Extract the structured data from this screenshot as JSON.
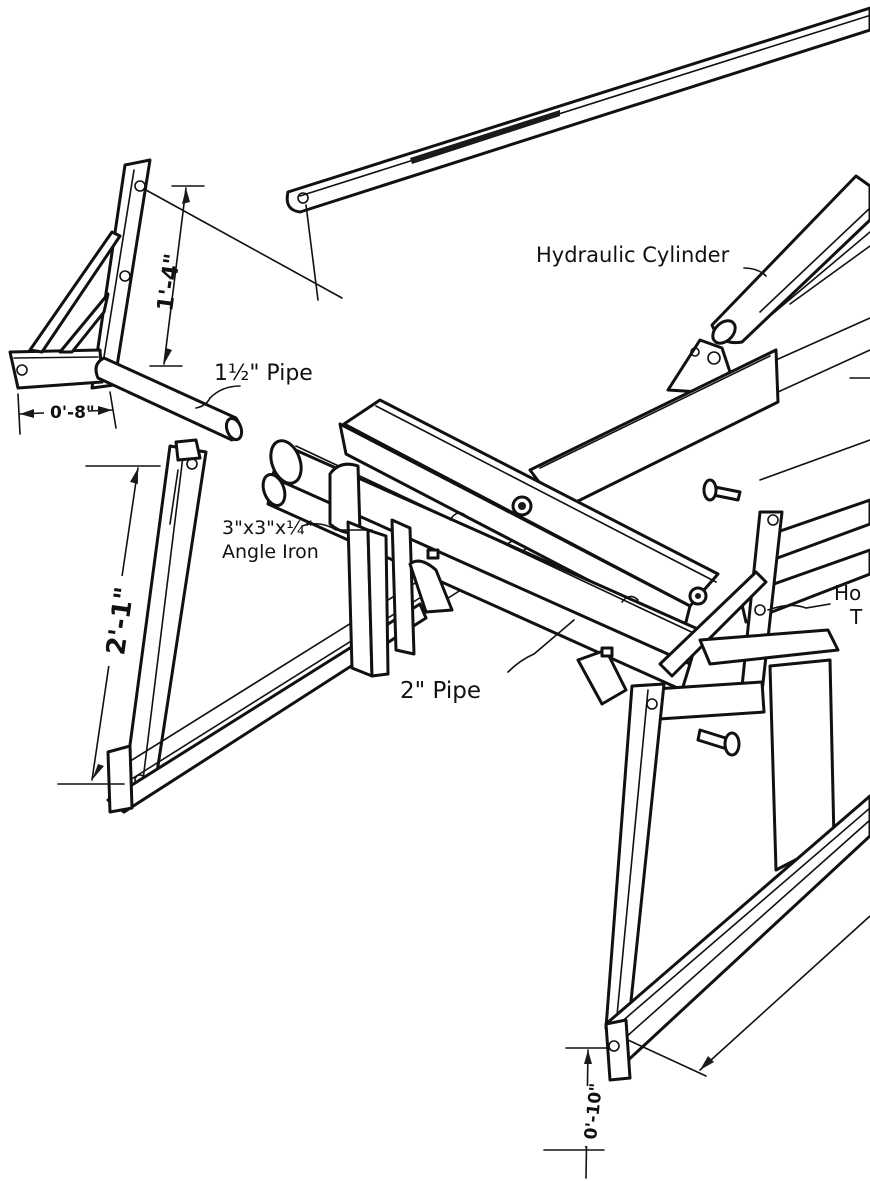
{
  "labels": {
    "hydraulic_cylinder": "Hydraulic Cylinder",
    "pipe_small": "1½\" Pipe",
    "angle_iron_size": "3\"x3\"x¼\"",
    "angle_iron": "Angle Iron",
    "pipe_large": "2\" Pipe",
    "cut_off_line1": "Ho",
    "cut_off_line2": "T"
  },
  "dimensions": {
    "height_upper": "1'-4\"",
    "width_upper": "0'-8\"",
    "height_leg": "2'-1\"",
    "height_foot": "0'-10\""
  }
}
